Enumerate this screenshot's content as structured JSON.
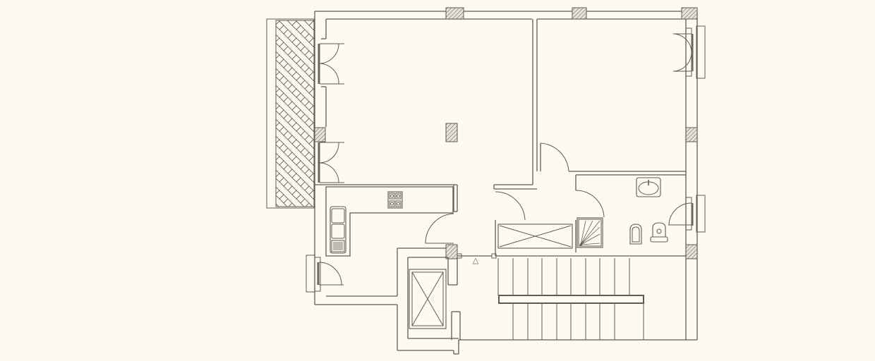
{
  "diagram": {
    "type": "architectural-floor-plan",
    "background_color": "#fdfbf0",
    "line_color": "#5f5b54",
    "rooms": [
      {
        "id": "living-room",
        "label": ""
      },
      {
        "id": "bedroom",
        "label": ""
      },
      {
        "id": "kitchen",
        "label": ""
      },
      {
        "id": "hallway",
        "label": ""
      },
      {
        "id": "bathroom",
        "label": ""
      },
      {
        "id": "elevator",
        "label": ""
      },
      {
        "id": "staircase",
        "label": ""
      },
      {
        "id": "terrace",
        "label": ""
      }
    ],
    "fixtures": [
      "stove-4-burner",
      "double-sink",
      "dishwasher",
      "wardrobe",
      "shower",
      "washbasin",
      "bidet",
      "toilet",
      "structural-column"
    ],
    "entrance_marker": "△",
    "stair_treads": 10
  }
}
